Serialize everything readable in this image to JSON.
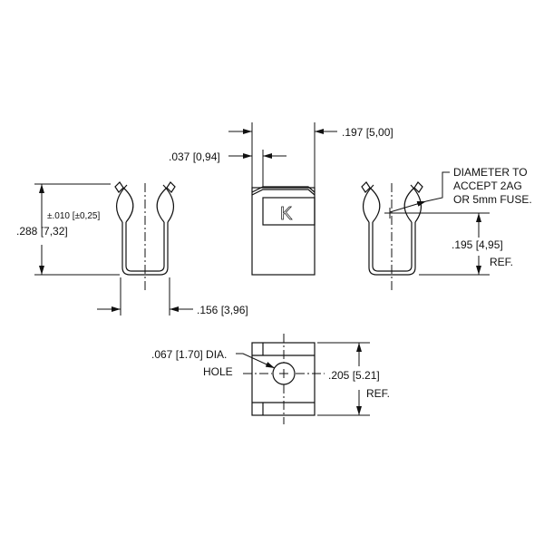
{
  "title": "Fuse clip dimension drawing",
  "dimensions": {
    "height": ".288 [7,32]",
    "tolerance": "±.010 [±0,25]",
    "width_clip": ".156 [3,96]",
    "width_body": ".197 [5,00]",
    "thickness": ".037 [0,94]",
    "diameter_note": [
      "DIAMETER TO",
      "ACCEPT 2AG",
      "OR 5mm FUSE."
    ],
    "center_height": ".195 [4,95]",
    "center_height_ref": "REF.",
    "hole": ".067 [1.70] DIA.",
    "hole_label": "HOLE",
    "base_length": ".205 [5.21]",
    "base_length_ref": "REF."
  },
  "logo_letter": "K"
}
